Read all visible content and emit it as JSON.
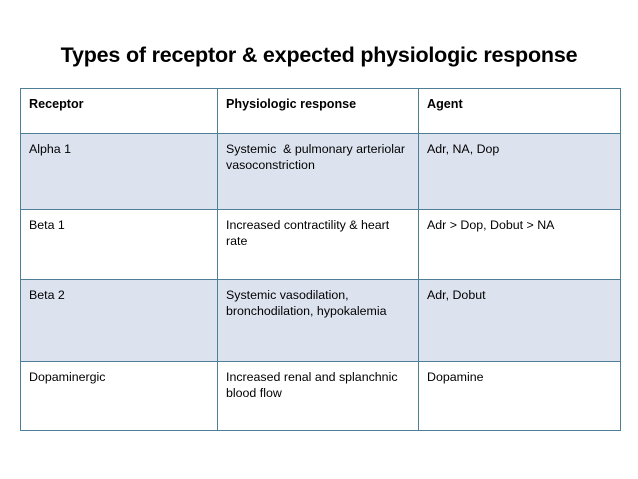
{
  "slide": {
    "title": "Types of receptor & expected physiologic response",
    "accent_border_color": "#4e7f96",
    "shaded_row_color": "#dce3ef",
    "text_color": "#000000",
    "background_color": "#ffffff"
  },
  "table": {
    "columns": [
      {
        "key": "receptor",
        "label": "Receptor"
      },
      {
        "key": "response",
        "label": "Physiologic response"
      },
      {
        "key": "agent",
        "label": "Agent"
      }
    ],
    "rows": [
      {
        "shaded": true,
        "receptor": "Alpha 1",
        "response": "Systemic  & pulmonary arteriolar vasoconstriction",
        "agent": "Adr, NA, Dop"
      },
      {
        "shaded": false,
        "receptor": "Beta 1",
        "response": "Increased contractility & heart rate",
        "agent": "Adr > Dop, Dobut > NA"
      },
      {
        "shaded": true,
        "receptor": "Beta 2",
        "response": "Systemic vasodilation, bronchodilation, hypokalemia",
        "agent": "Adr, Dobut"
      },
      {
        "shaded": false,
        "receptor": "Dopaminergic",
        "response": "Increased renal and splanchnic blood flow",
        "agent": "Dopamine"
      }
    ]
  }
}
